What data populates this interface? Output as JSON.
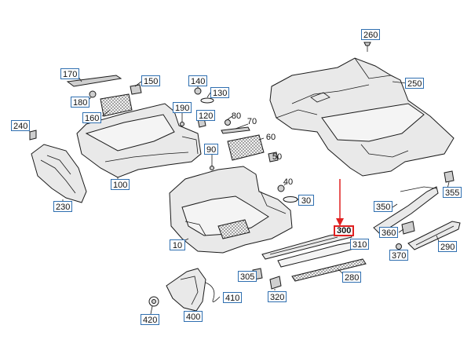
{
  "colors": {
    "callout_border": "#2f6fb0",
    "highlight": "#e02020",
    "line": "#1a1a1a"
  },
  "callouts": [
    {
      "id": "260",
      "text": "260"
    },
    {
      "id": "170",
      "text": "170"
    },
    {
      "id": "150",
      "text": "150"
    },
    {
      "id": "140",
      "text": "140"
    },
    {
      "id": "130",
      "text": "130"
    },
    {
      "id": "180",
      "text": "180"
    },
    {
      "id": "160",
      "text": "160"
    },
    {
      "id": "190",
      "text": "190"
    },
    {
      "id": "120",
      "text": "120"
    },
    {
      "id": "80",
      "text": "80"
    },
    {
      "id": "70",
      "text": "70"
    },
    {
      "id": "240",
      "text": "240"
    },
    {
      "id": "60",
      "text": "60"
    },
    {
      "id": "90",
      "text": "90"
    },
    {
      "id": "50",
      "text": "50"
    },
    {
      "id": "250",
      "text": "250"
    },
    {
      "id": "100",
      "text": "100"
    },
    {
      "id": "40",
      "text": "40"
    },
    {
      "id": "30",
      "text": "30"
    },
    {
      "id": "355",
      "text": "355"
    },
    {
      "id": "230",
      "text": "230"
    },
    {
      "id": "350",
      "text": "350"
    },
    {
      "id": "300",
      "text": "300",
      "highlighted": true
    },
    {
      "id": "10",
      "text": "10"
    },
    {
      "id": "310",
      "text": "310"
    },
    {
      "id": "360",
      "text": "360"
    },
    {
      "id": "290",
      "text": "290"
    },
    {
      "id": "370",
      "text": "370"
    },
    {
      "id": "305",
      "text": "305"
    },
    {
      "id": "280",
      "text": "280"
    },
    {
      "id": "410",
      "text": "410"
    },
    {
      "id": "320",
      "text": "320"
    },
    {
      "id": "420",
      "text": "420"
    },
    {
      "id": "400",
      "text": "400"
    }
  ]
}
